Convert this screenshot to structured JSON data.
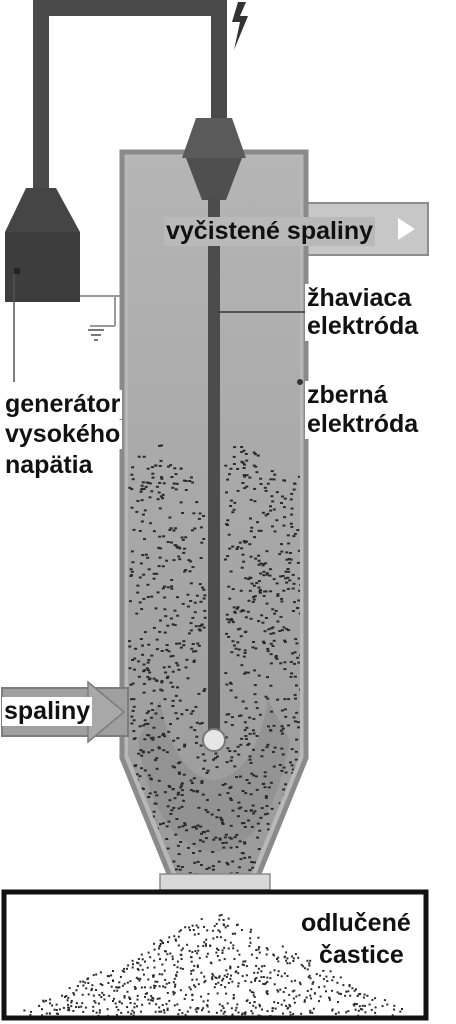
{
  "labels": {
    "cleaned_gas": "vyčistené spaliny",
    "discharge_electrode_1": "žhaviaca",
    "discharge_electrode_2": "elektróda",
    "collecting_electrode_1": "zberná",
    "collecting_electrode_2": "elektróda",
    "generator_1": "generátor",
    "generator_2": "vysokého",
    "generator_3": "napätia",
    "flue_gas": "spaliny",
    "particles_1": "odlučené",
    "particles_2": "častice"
  },
  "colors": {
    "background": "#ffffff",
    "wire_dark": "#4a4a4a",
    "chamber_fill": "#b5b5b5",
    "chamber_edge": "#8a8a8a",
    "electrode": "#4c4c4c",
    "generator": "#454545",
    "dust": "#2a2a2a",
    "text": "#111111"
  }
}
